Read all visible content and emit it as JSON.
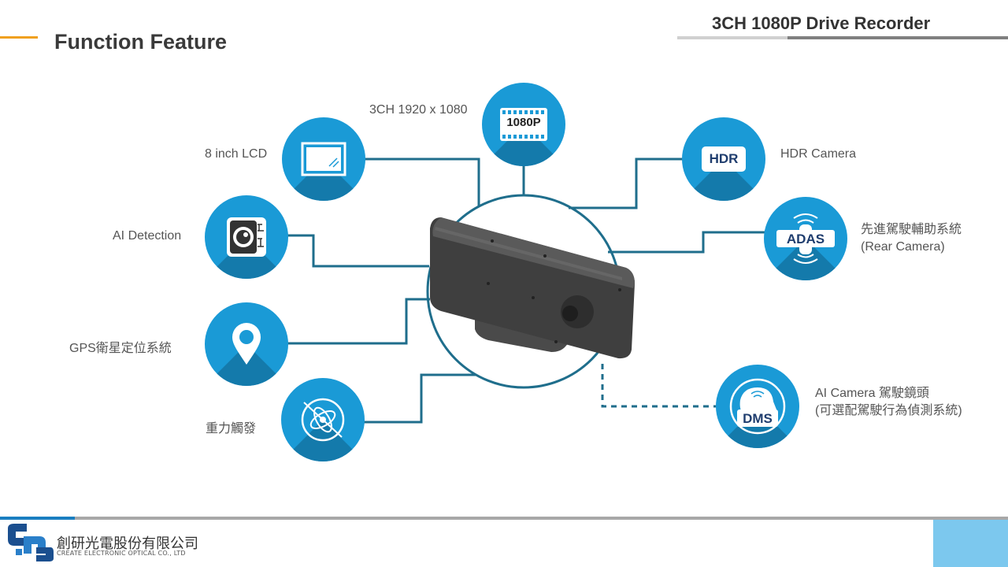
{
  "header": {
    "title": "Function Feature",
    "product": "3CH 1080P Drive Recorder"
  },
  "features": {
    "lcd": {
      "label": "8 inch LCD"
    },
    "resolution": {
      "label": "3CH 1920 x 1080",
      "badge": "1080P"
    },
    "hdr": {
      "label": "HDR Camera",
      "badge": "HDR"
    },
    "ai": {
      "label": "AI Detection"
    },
    "adas": {
      "label_line1": "先進駕駛輔助系統",
      "label_line2": "(Rear Camera)",
      "badge": "ADAS"
    },
    "gps": {
      "label": "GPS衛星定位系統"
    },
    "gsensor": {
      "label": "重力觸發"
    },
    "dms": {
      "label_line1": "AI Camera 駕駛鏡頭",
      "label_line2": "(可選配駕駛行為偵測系統)",
      "badge": "DMS"
    }
  },
  "footer": {
    "company_cn": "創研光電股份有限公司",
    "company_en": "CREATE ELECTRONIC OPTICAL CO., LTD"
  },
  "colors": {
    "circle": "#1a9ad6",
    "circle_shadow": "#147aab",
    "connector": "#1f6e8c",
    "accent": "#f0a020"
  }
}
